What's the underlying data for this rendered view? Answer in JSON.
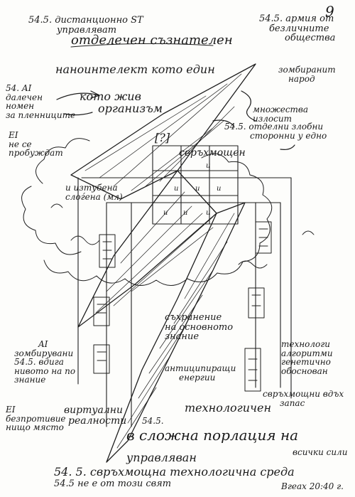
{
  "page_number": "9",
  "notes": {
    "top_left": [
      "54.5. дистанционно ST",
      "управляват"
    ],
    "otdelechen": "отделечен съзнателен",
    "top_right": [
      "54.5. армия от",
      "безличните",
      "общества"
    ],
    "nanointellect": "наноинтелект кото един",
    "zombie_people": [
      "зомбиранит",
      "народ"
    ],
    "left_ai": [
      "54. AI",
      "далечен",
      "номен",
      "за пленниците"
    ],
    "left_ei": [
      "EI",
      "не се",
      "пробуждат"
    ],
    "living_org": [
      "кото жив",
      "организъм"
    ],
    "many_states": [
      "множества",
      "излосит"
    ],
    "separate_sources": [
      "54.5. отделни злобни",
      "сторонни у едно"
    ],
    "bracket_label": "[?]",
    "super_mighty": "свръхмощен",
    "dormant": [
      "и изтубена",
      "слоѓена (мл)"
    ],
    "ai_zombie": [
      "AI",
      "зомбирувани",
      "54.5. вдига",
      "нивото на по",
      "знание"
    ],
    "ei_bottom": [
      "EI",
      "безпротивие",
      "нищо място"
    ],
    "preservation": [
      "съхранение",
      "на основното",
      "знание"
    ],
    "anticipating": [
      "антиципиращи",
      "енергии"
    ],
    "tech_algorithms": [
      "технологи",
      "алгоритми",
      "генетично",
      "обоснован"
    ],
    "super_reserve": [
      "свръхмощни вдъх",
      "запас"
    ],
    "virtual": [
      "виртуални",
      "реалности"
    ],
    "technological": "технологичен",
    "s545": "54.5.",
    "complex_regulation": "в сложна порлация на",
    "all_lines": "всички сили",
    "managed": "управляван",
    "bottom_line1": "54. 5. свръхмощна технологична среда",
    "bottom_line2": "54.5 не е от този свят",
    "signature": "Вгеах 20:40 г."
  }
}
